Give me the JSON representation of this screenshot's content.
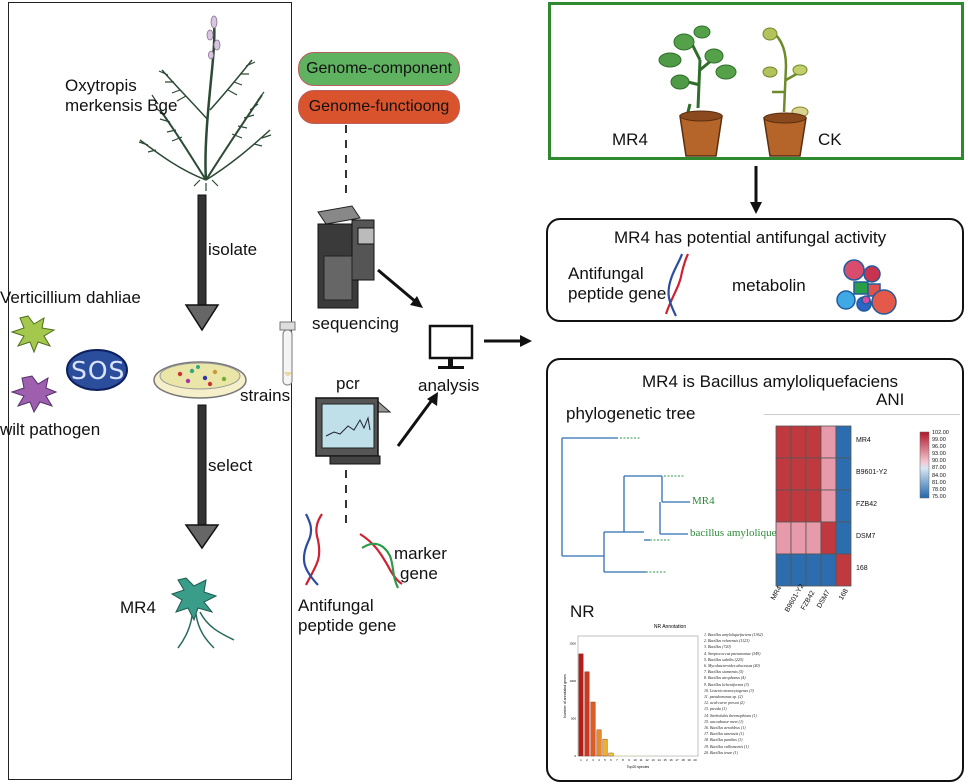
{
  "left": {
    "plant_label_1": "Oxytropis",
    "plant_label_2": "merkensis Bge",
    "isolate": "isolate",
    "pathogen_label": "Verticillium dahliae",
    "sos": "SOS",
    "wilt_label": "wilt pathogen",
    "strains": "strains",
    "select": "select",
    "mr4": "MR4"
  },
  "middle": {
    "genome_component": "Genome-component",
    "genome_function": "Genome-functioong",
    "sequencing": "sequencing",
    "pcr": "pcr",
    "analysis": "analysis",
    "marker_gene_1": "marker",
    "marker_gene_2": "gene",
    "antifungal_1": "Antifungal",
    "antifungal_2": "peptide gene"
  },
  "plants": {
    "left_label": "MR4",
    "right_label": "CK"
  },
  "activity": {
    "title": "MR4 has potential antifungal activity",
    "gene_1": "Antifungal",
    "gene_2": "peptide gene",
    "metabolin": "metabolin"
  },
  "identity": {
    "title": "MR4 is  Bacillus amyloliquefaciens",
    "tree_title": "phylogenetic tree",
    "ani_title": "ANI",
    "tree_labels": [
      "MR4",
      "bacillus amyloliquefaciens"
    ],
    "ani_rows": [
      "MR4",
      "B9601-Y2",
      "FZB42",
      "DSM7",
      "168"
    ],
    "ani_cols": [
      "MR4",
      "B9601-Y2",
      "FZB42",
      "DSM7",
      "168"
    ],
    "ani_scale": [
      "102.00",
      "99.00",
      "96.00",
      "93.00",
      "90.00",
      "87.00",
      "84.00",
      "81.00",
      "78.00",
      "75.00"
    ],
    "nr_title": "NR"
  },
  "chart_data": {
    "type": "bar",
    "title": "NR Annotation",
    "xlabel": "Top20 species",
    "ylabel": "Number of annotated genes",
    "categories": [
      "1",
      "2",
      "3",
      "4",
      "5",
      "6",
      "7",
      "8",
      "9",
      "10",
      "11",
      "12",
      "13",
      "14",
      "15",
      "16",
      "17",
      "18",
      "19",
      "20"
    ],
    "values": [
      1362,
      1123,
      720,
      349,
      225,
      40,
      5,
      4,
      3,
      3,
      2,
      2,
      1,
      1,
      1,
      1,
      1,
      1,
      1,
      1
    ],
    "ylim": [
      0,
      1600
    ],
    "yticks": [
      "0",
      "500",
      "1000",
      "1500"
    ],
    "legend": [
      "1. Bacillus amyloliquefaciens (1362)",
      "2. Bacillus velezensis (1123)",
      "3. Bacillus  (720)",
      "4. Streptococcus pneumoniae (349)",
      "5. Bacillus subtilis (225)",
      "6. Mycobacteroides abscessus (40)",
      "7. Bacillus siamensis (5)",
      "8. Bacillus atrophaeus (4)",
      "9. Bacillus licheniformis (3)",
      "10. Listeria monocytogenes (3)",
      "11. pseudomonas sp. (2)",
      "12. acid-curve preson (2)",
      "13. pteoda (1)",
      "14. Streholubis thermophiuns (1)",
      "15. uncoubacur meet (1)",
      "16. Bacillus aerahleus (1)",
      "17. Bacillus tanenstis (1)",
      "18. Bacillus pumilus (1)",
      "19. Bacillus vallismortis (1)",
      "20. Bacillus tesne (1)"
    ],
    "colors": [
      "#b51d1d",
      "#cf3820",
      "#df5d24",
      "#e88a2a",
      "#edb02e",
      "#f0cd33",
      "#f2dc3a",
      "#f4e54a",
      "#f6eb60",
      "#f7ef75",
      "#f8f28a",
      "#f9f49c",
      "#faf6ad",
      "#fbf8bd",
      "#fcf9cc",
      "#fdfad8",
      "#fdfbe2",
      "#fefceb",
      "#fefdf2",
      "#fffef8"
    ]
  },
  "colors": {
    "pill_green": "#5fb25f",
    "pill_orange": "#d9542d",
    "plant_box_border": "#2f8a2f"
  }
}
